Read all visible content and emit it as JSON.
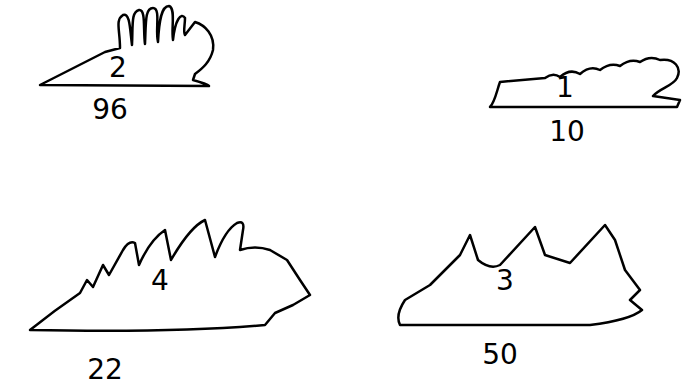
{
  "diagram": {
    "nodes": [
      {
        "text": [
          "2",
          "96"
        ]
      },
      {
        "text": [
          "1",
          "10"
        ]
      },
      {
        "text": [
          "4",
          "22"
        ]
      },
      {
        "text": [
          "3",
          "50"
        ]
      }
    ]
  }
}
